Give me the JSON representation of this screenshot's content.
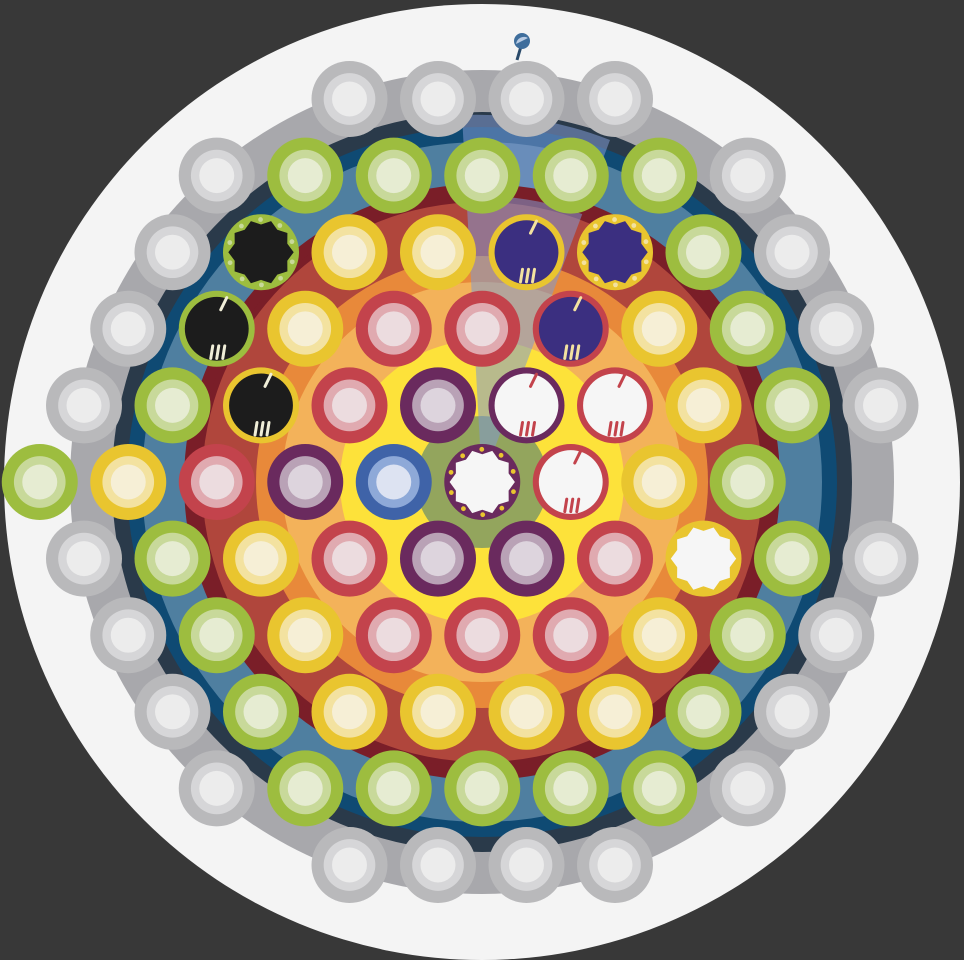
{
  "colors": {
    "background": "#383838",
    "plate": "#f4f4f4",
    "halo": "#a8a8ac",
    "ring_dark": "#2a3a4a",
    "ring_navy": "#0f4a73",
    "ring_steel": "#4f7fa0",
    "ring_maroon": "#7a1e28",
    "ring_brick": "#b0463c",
    "ring_orange": "#e8893a",
    "ring_peach": "#f3b25a",
    "ring_yellow": "#fde23a",
    "ring_center": "#93a55d",
    "pointer": "#3f6e9c"
  },
  "tile_styles": {
    "gray": {
      "rim": "#b9b9bb",
      "mid": "#d6d6d8",
      "core": "#ececec"
    },
    "green": {
      "rim": "#9dbd3f",
      "mid": "#c8d99a",
      "core": "#e6ecd2"
    },
    "yellow": {
      "rim": "#e9c52f",
      "mid": "#f3e2a0",
      "core": "#f6efd6"
    },
    "red": {
      "rim": "#c3434c",
      "mid": "#e0aab0",
      "core": "#ecdcdf"
    },
    "purple": {
      "rim": "#6a2a5e",
      "mid": "#b9a2b6",
      "core": "#ddd4dd"
    },
    "blue": {
      "rim": "#3f63a8",
      "mid": "#8ea9d8",
      "core": "#dde3f2"
    }
  },
  "tiles": [
    {
      "row": 0,
      "col": 3.0,
      "style": "gray"
    },
    {
      "row": 0,
      "col": 4.0,
      "style": "gray"
    },
    {
      "row": 0,
      "col": 5.0,
      "style": "gray"
    },
    {
      "row": 0,
      "col": 6.0,
      "style": "gray"
    },
    {
      "row": 1,
      "col": 1.5,
      "style": "gray"
    },
    {
      "row": 1,
      "col": 2.5,
      "style": "green"
    },
    {
      "row": 1,
      "col": 3.5,
      "style": "green"
    },
    {
      "row": 1,
      "col": 4.5,
      "style": "green"
    },
    {
      "row": 1,
      "col": 5.5,
      "style": "green"
    },
    {
      "row": 1,
      "col": 6.5,
      "style": "green"
    },
    {
      "row": 1,
      "col": 7.5,
      "style": "gray"
    },
    {
      "row": 2,
      "col": 1.0,
      "style": "gray"
    },
    {
      "row": 2,
      "col": 2.0,
      "style": "green",
      "special": "black-gear"
    },
    {
      "row": 2,
      "col": 3.0,
      "style": "yellow"
    },
    {
      "row": 2,
      "col": 4.0,
      "style": "yellow"
    },
    {
      "row": 2,
      "col": 5.0,
      "style": "yellow",
      "special": "navy-notch"
    },
    {
      "row": 2,
      "col": 6.0,
      "style": "yellow",
      "special": "navy-gear"
    },
    {
      "row": 2,
      "col": 7.0,
      "style": "green"
    },
    {
      "row": 2,
      "col": 8.0,
      "style": "gray"
    },
    {
      "row": 3,
      "col": 0.5,
      "style": "gray"
    },
    {
      "row": 3,
      "col": 1.5,
      "style": "green",
      "special": "black-notch"
    },
    {
      "row": 3,
      "col": 2.5,
      "style": "yellow"
    },
    {
      "row": 3,
      "col": 3.5,
      "style": "red"
    },
    {
      "row": 3,
      "col": 4.5,
      "style": "red"
    },
    {
      "row": 3,
      "col": 5.5,
      "style": "red",
      "special": "navy-notch"
    },
    {
      "row": 3,
      "col": 6.5,
      "style": "yellow"
    },
    {
      "row": 3,
      "col": 7.5,
      "style": "green"
    },
    {
      "row": 3,
      "col": 8.5,
      "style": "gray"
    },
    {
      "row": 4,
      "col": 0.0,
      "style": "gray"
    },
    {
      "row": 4,
      "col": 1.0,
      "style": "green"
    },
    {
      "row": 4,
      "col": 2.0,
      "style": "yellow",
      "special": "black-notch"
    },
    {
      "row": 4,
      "col": 3.0,
      "style": "red"
    },
    {
      "row": 4,
      "col": 4.0,
      "style": "purple"
    },
    {
      "row": 4,
      "col": 5.0,
      "style": "purple",
      "special": "white-notch"
    },
    {
      "row": 4,
      "col": 6.0,
      "style": "red",
      "special": "white-notch"
    },
    {
      "row": 4,
      "col": 7.0,
      "style": "yellow"
    },
    {
      "row": 4,
      "col": 8.0,
      "style": "green"
    },
    {
      "row": 4,
      "col": 9.0,
      "style": "gray"
    },
    {
      "row": 5,
      "col": -0.5,
      "style": "green"
    },
    {
      "row": 5,
      "col": 0.5,
      "style": "yellow"
    },
    {
      "row": 5,
      "col": 1.5,
      "style": "red"
    },
    {
      "row": 5,
      "col": 2.5,
      "style": "purple"
    },
    {
      "row": 5,
      "col": 3.5,
      "style": "blue"
    },
    {
      "row": 5,
      "col": 4.5,
      "style": "purple",
      "special": "white-gear"
    },
    {
      "row": 5,
      "col": 5.5,
      "style": "red",
      "special": "white-notch"
    },
    {
      "row": 5,
      "col": 6.5,
      "style": "yellow"
    },
    {
      "row": 5,
      "col": 7.5,
      "style": "green"
    },
    {
      "row": 6,
      "col": 0.0,
      "style": "gray"
    },
    {
      "row": 6,
      "col": 1.0,
      "style": "green"
    },
    {
      "row": 6,
      "col": 2.0,
      "style": "yellow"
    },
    {
      "row": 6,
      "col": 3.0,
      "style": "red"
    },
    {
      "row": 6,
      "col": 4.0,
      "style": "purple"
    },
    {
      "row": 6,
      "col": 5.0,
      "style": "purple"
    },
    {
      "row": 6,
      "col": 6.0,
      "style": "red"
    },
    {
      "row": 6,
      "col": 7.0,
      "style": "yellow",
      "special": "white-gear"
    },
    {
      "row": 6,
      "col": 8.0,
      "style": "green"
    },
    {
      "row": 6,
      "col": 9.0,
      "style": "gray"
    },
    {
      "row": 7,
      "col": 0.5,
      "style": "gray"
    },
    {
      "row": 7,
      "col": 1.5,
      "style": "green"
    },
    {
      "row": 7,
      "col": 2.5,
      "style": "yellow"
    },
    {
      "row": 7,
      "col": 3.5,
      "style": "red"
    },
    {
      "row": 7,
      "col": 4.5,
      "style": "red"
    },
    {
      "row": 7,
      "col": 5.5,
      "style": "red"
    },
    {
      "row": 7,
      "col": 6.5,
      "style": "yellow"
    },
    {
      "row": 7,
      "col": 7.5,
      "style": "green"
    },
    {
      "row": 7,
      "col": 8.5,
      "style": "gray"
    },
    {
      "row": 8,
      "col": 1.0,
      "style": "gray"
    },
    {
      "row": 8,
      "col": 2.0,
      "style": "green"
    },
    {
      "row": 8,
      "col": 3.0,
      "style": "yellow"
    },
    {
      "row": 8,
      "col": 4.0,
      "style": "yellow"
    },
    {
      "row": 8,
      "col": 5.0,
      "style": "yellow"
    },
    {
      "row": 8,
      "col": 6.0,
      "style": "yellow"
    },
    {
      "row": 8,
      "col": 7.0,
      "style": "green"
    },
    {
      "row": 8,
      "col": 8.0,
      "style": "gray"
    },
    {
      "row": 9,
      "col": 1.5,
      "style": "gray"
    },
    {
      "row": 9,
      "col": 2.5,
      "style": "green"
    },
    {
      "row": 9,
      "col": 3.5,
      "style": "green"
    },
    {
      "row": 9,
      "col": 4.5,
      "style": "green"
    },
    {
      "row": 9,
      "col": 5.5,
      "style": "green"
    },
    {
      "row": 9,
      "col": 6.5,
      "style": "green"
    },
    {
      "row": 9,
      "col": 7.5,
      "style": "gray"
    },
    {
      "row": 10,
      "col": 3.0,
      "style": "gray"
    },
    {
      "row": 10,
      "col": 4.0,
      "style": "gray"
    },
    {
      "row": 10,
      "col": 5.0,
      "style": "gray"
    },
    {
      "row": 10,
      "col": 6.0,
      "style": "gray"
    }
  ],
  "special_fills": {
    "black-gear": {
      "fill": "#1c1c1c",
      "mark": "#c8d99a"
    },
    "black-notch": {
      "fill": "#1c1c1c",
      "mark": "#f0eed8"
    },
    "navy-notch": {
      "fill": "#3b2f80",
      "mark": "#f3e2a0"
    },
    "navy-gear": {
      "fill": "#3b2f80",
      "mark": "#f3e2a0"
    },
    "white-notch": {
      "fill": "#f6f6f6",
      "mark": "#c3434c"
    },
    "white-gear": {
      "fill": "#f6f6f6",
      "mark": "#e9c52f"
    }
  }
}
